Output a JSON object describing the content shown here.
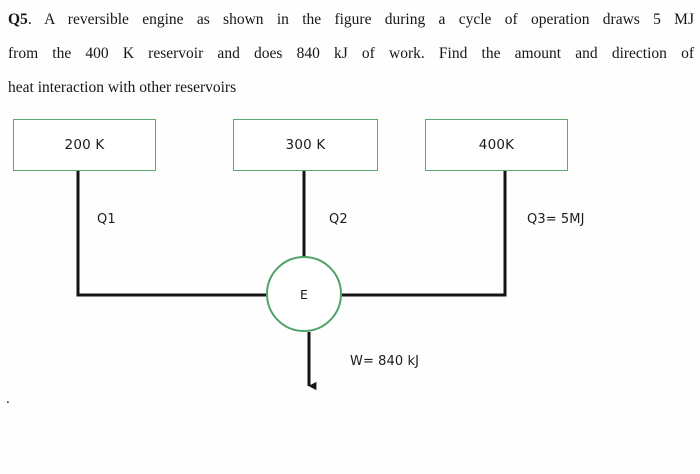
{
  "document": {
    "question_number": "Q5",
    "question_text_lines": [
      ". A reversible engine as shown in the figure during a cycle of operation draws 5 MJ",
      "from the 400 K reservoir and does 840 kJ of work. Find the amount and direction of",
      "heat interaction with other reservoirs"
    ],
    "stray_mark": "."
  },
  "diagram": {
    "type": "thermodynamic-reversible-engine-schematic",
    "colors": {
      "reservoir_border": "#5aa96d",
      "engine_border": "#4fa268",
      "connector_line": "#1a1a1a",
      "background": "#fefefe"
    },
    "reservoirs": [
      {
        "id": "reservoir-200k",
        "label": "200 K",
        "heat_label": "Q1"
      },
      {
        "id": "reservoir-300k",
        "label": "300 K",
        "heat_label": "Q2"
      },
      {
        "id": "reservoir-400k",
        "label": "400K",
        "heat_label": "Q3= 5MJ"
      }
    ],
    "engine": {
      "label": "E",
      "work_label": "W= 840 kJ"
    }
  }
}
